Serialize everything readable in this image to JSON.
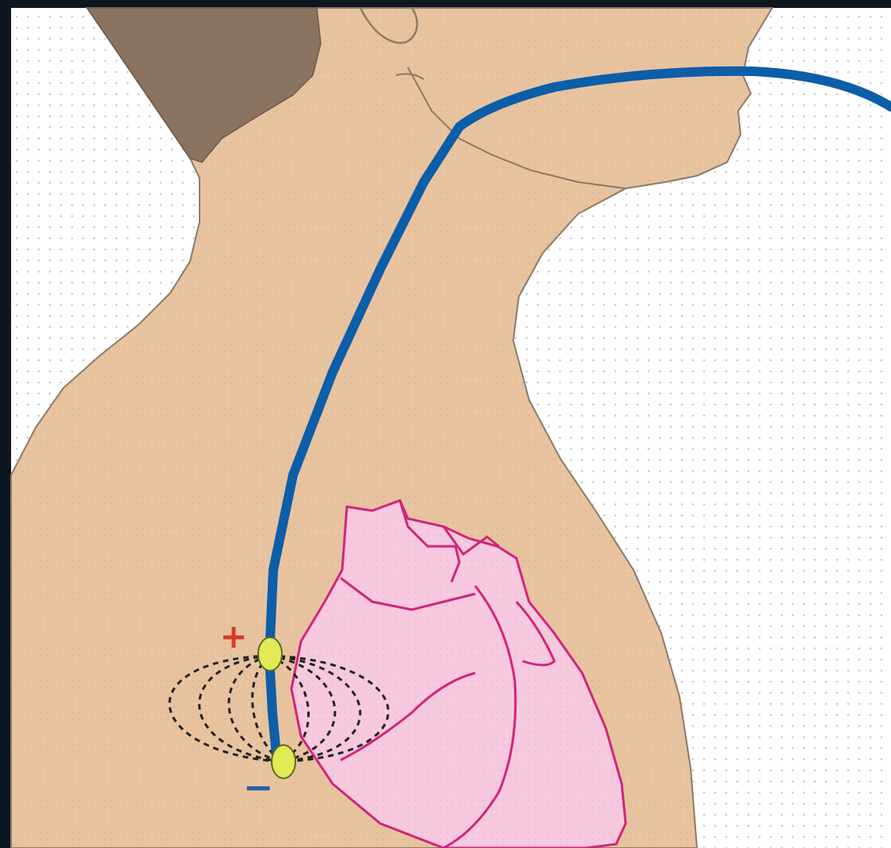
{
  "diagram": {
    "labels": {
      "positive": "+",
      "negative": "−"
    },
    "colors": {
      "background_dots": "#ffffff",
      "skin": "#e8c3a0",
      "hair": "#8a7360",
      "heart_fill": "#f6c9df",
      "heart_outline": "#d0257a",
      "lead_wire": "#0c5ea8",
      "electrode": "#e2ea55",
      "field_lines": "#222222",
      "positive_sign": "#d63a24",
      "negative_sign": "#2f5fa8"
    },
    "icons": [
      "human-torso-silhouette",
      "heart",
      "pacing-lead",
      "electrode",
      "electric-field-lines"
    ]
  }
}
